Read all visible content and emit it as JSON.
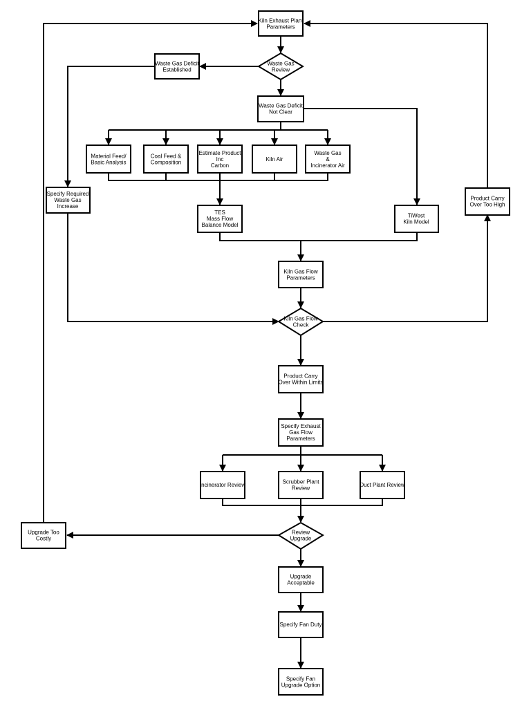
{
  "diagram": {
    "title": "Kiln exhaust upgrade flowchart",
    "nodes": {
      "kiln_exhaust": {
        "lines": [
          "Kiln Exhaust Plant",
          "Parameters"
        ]
      },
      "waste_gas_review": {
        "lines": [
          "Waste Gas",
          "Review"
        ]
      },
      "deficit_established": {
        "lines": [
          "Waste Gas Deficit",
          "Established"
        ]
      },
      "deficit_not_clear": {
        "lines": [
          "Waste Gas Deficit",
          "Not Clear"
        ]
      },
      "material_feed": {
        "lines": [
          "Material Feed/",
          "Basic Analysis"
        ]
      },
      "coal_feed": {
        "lines": [
          "Coal Feed &",
          "Composition"
        ]
      },
      "estimate_product": {
        "lines": [
          "Estimate Product",
          "Inc",
          "Carbon"
        ]
      },
      "kiln_air": {
        "lines": [
          "Kiln Air"
        ]
      },
      "waste_gas_incinerator": {
        "lines": [
          "Waste Gas",
          "&",
          "Incinerator Air"
        ]
      },
      "specify_required": {
        "lines": [
          "Specify Required",
          "Waste Gas",
          "Increase"
        ]
      },
      "tes_model": {
        "lines": [
          "TES",
          "Mass Flow",
          "Balance Model"
        ]
      },
      "tiwest_model": {
        "lines": [
          "TiWest",
          "Kiln Model"
        ]
      },
      "carry_over_high": {
        "lines": [
          "Product Carry",
          "Over Too High"
        ]
      },
      "kiln_gas_flow_params": {
        "lines": [
          "Kiln Gas Flow",
          "Parameters"
        ]
      },
      "kiln_gas_flow_check": {
        "lines": [
          "Kiln Gas Flow",
          "Check"
        ]
      },
      "carry_over_within": {
        "lines": [
          "Product Carry",
          "Over Within Limits"
        ]
      },
      "specify_exhaust": {
        "lines": [
          "Specify Exhaust",
          "Gas Flow",
          "Parameters"
        ]
      },
      "incinerator_review": {
        "lines": [
          "Incinerator Review"
        ]
      },
      "scrubber_review": {
        "lines": [
          "Scrubber Plant",
          "Review"
        ]
      },
      "duct_review": {
        "lines": [
          "Duct Plant Review"
        ]
      },
      "review_upgrade": {
        "lines": [
          "Review",
          "Upgrade"
        ]
      },
      "upgrade_too_costly": {
        "lines": [
          "Upgrade Too",
          "Costly"
        ]
      },
      "upgrade_acceptable": {
        "lines": [
          "Upgrade",
          "Acceptable"
        ]
      },
      "specify_fan_duty": {
        "lines": [
          "Specify Fan Duty"
        ]
      },
      "specify_fan_upgrade": {
        "lines": [
          "Specify Fan",
          "Upgrade Option"
        ]
      }
    }
  }
}
